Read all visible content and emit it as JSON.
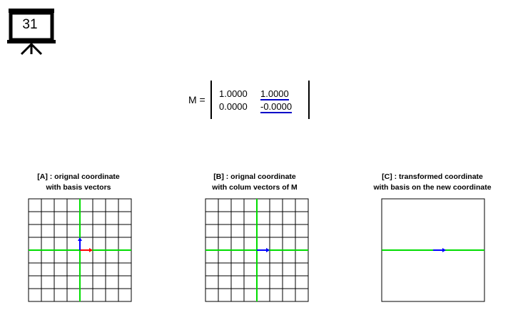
{
  "slide_number": "31",
  "matrix": {
    "label": "M =",
    "rows": [
      [
        "1.0000",
        "1.0000"
      ],
      [
        "0.0000",
        "-0.0000"
      ]
    ]
  },
  "panels": [
    {
      "id": "A",
      "title_line1": "[A] : orignal coordinate",
      "title_line2": "with basis vectors",
      "grid": true,
      "vectors": [
        {
          "name": "e1",
          "color": "#ff0000",
          "x": 1,
          "y": 0
        },
        {
          "name": "e2",
          "color": "#0000ff",
          "x": 0,
          "y": 1
        }
      ]
    },
    {
      "id": "B",
      "title_line1": "[B] : orignal coordinate",
      "title_line2": "with colum vectors of M",
      "grid": true,
      "vectors": [
        {
          "name": "m1",
          "color": "#0000ff",
          "x": 1,
          "y": 0
        },
        {
          "name": "m2",
          "color": "#0000ff",
          "x": 1,
          "y": 0
        }
      ]
    },
    {
      "id": "C",
      "title_line1": "[C] : transformed coordinate",
      "title_line2": "with basis on the new coordinate",
      "grid": false,
      "vectors": [
        {
          "name": "t1",
          "color": "#0000ff",
          "x": 1,
          "y": 0
        }
      ]
    }
  ],
  "colors": {
    "axis": "#00dd00",
    "grid": "#000000",
    "matrix_underline": "#0000c8"
  }
}
